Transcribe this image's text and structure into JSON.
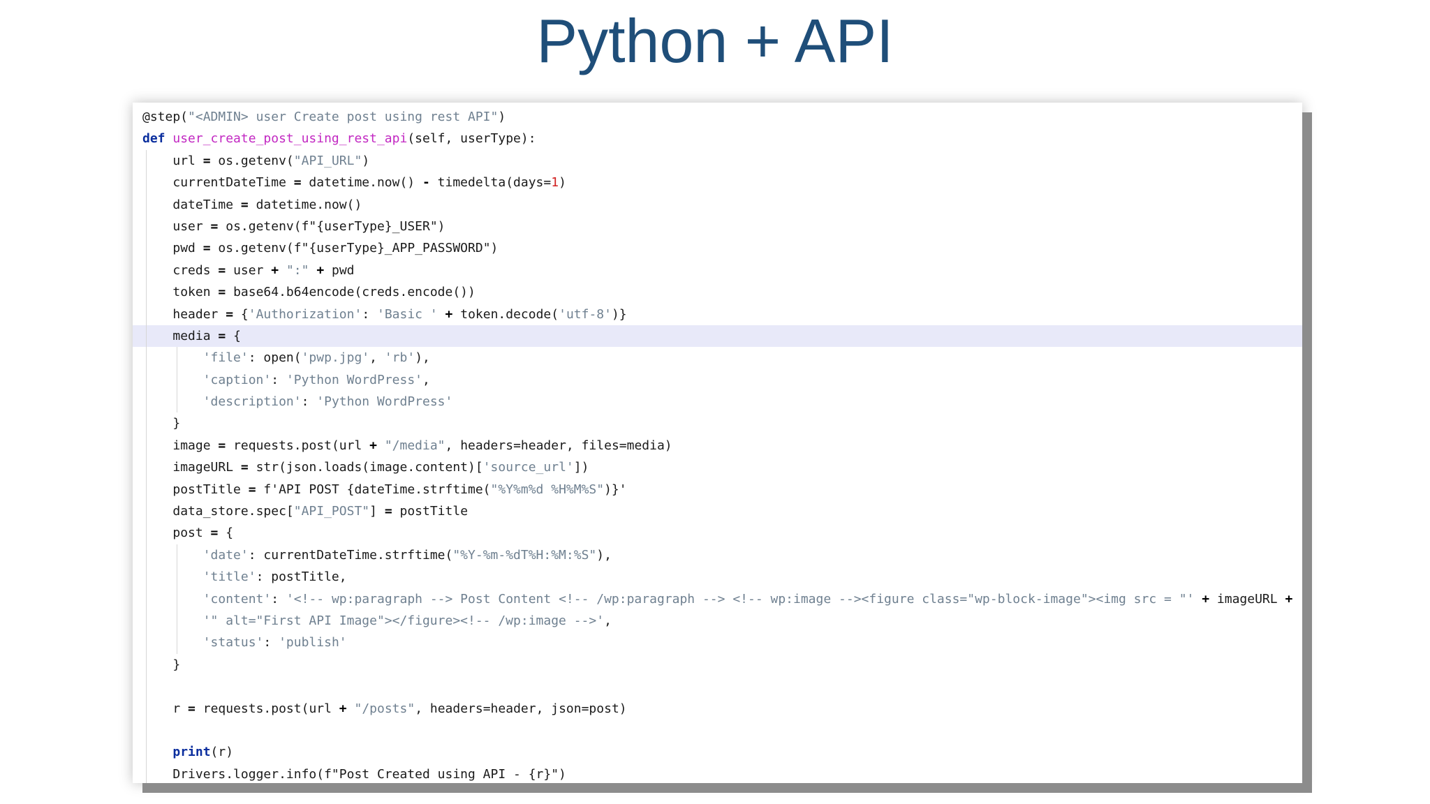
{
  "slide": {
    "title": "Python + API"
  },
  "code": {
    "lines": [
      {
        "indent": 0,
        "hl": false,
        "tokens": [
          [
            "dec",
            "@step("
          ],
          [
            "str",
            "\"<ADMIN> user Create post using rest API\""
          ],
          [
            "dec",
            ")"
          ]
        ]
      },
      {
        "indent": 0,
        "hl": false,
        "tokens": [
          [
            "kw",
            "def "
          ],
          [
            "fn",
            "user_create_post_using_rest_api"
          ],
          [
            "tx",
            "(self, userType):"
          ]
        ]
      },
      {
        "indent": 1,
        "hl": false,
        "tokens": [
          [
            "tx",
            "url "
          ],
          [
            "op",
            "="
          ],
          [
            "tx",
            " os.getenv("
          ],
          [
            "str",
            "\"API_URL\""
          ],
          [
            "tx",
            ")"
          ]
        ]
      },
      {
        "indent": 1,
        "hl": false,
        "tokens": [
          [
            "tx",
            "currentDateTime "
          ],
          [
            "op",
            "="
          ],
          [
            "tx",
            " datetime.now() "
          ],
          [
            "op",
            "-"
          ],
          [
            "tx",
            " timedelta(days="
          ],
          [
            "num",
            "1"
          ],
          [
            "tx",
            ")"
          ]
        ]
      },
      {
        "indent": 1,
        "hl": false,
        "tokens": [
          [
            "tx",
            "dateTime "
          ],
          [
            "op",
            "="
          ],
          [
            "tx",
            " datetime.now()"
          ]
        ]
      },
      {
        "indent": 1,
        "hl": false,
        "tokens": [
          [
            "tx",
            "user "
          ],
          [
            "op",
            "="
          ],
          [
            "tx",
            " os.getenv(f\"{userType}_USER\")"
          ]
        ]
      },
      {
        "indent": 1,
        "hl": false,
        "tokens": [
          [
            "tx",
            "pwd "
          ],
          [
            "op",
            "="
          ],
          [
            "tx",
            " os.getenv(f\"{userType}_APP_PASSWORD\")"
          ]
        ]
      },
      {
        "indent": 1,
        "hl": false,
        "tokens": [
          [
            "tx",
            "creds "
          ],
          [
            "op",
            "="
          ],
          [
            "tx",
            " user "
          ],
          [
            "op",
            "+"
          ],
          [
            "tx",
            " "
          ],
          [
            "str",
            "\":\""
          ],
          [
            "tx",
            " "
          ],
          [
            "op",
            "+"
          ],
          [
            "tx",
            " pwd"
          ]
        ]
      },
      {
        "indent": 1,
        "hl": false,
        "tokens": [
          [
            "tx",
            "token "
          ],
          [
            "op",
            "="
          ],
          [
            "tx",
            " base64.b64encode(creds.encode())"
          ]
        ]
      },
      {
        "indent": 1,
        "hl": false,
        "tokens": [
          [
            "tx",
            "header "
          ],
          [
            "op",
            "="
          ],
          [
            "tx",
            " {"
          ],
          [
            "str",
            "'Authorization'"
          ],
          [
            "tx",
            ": "
          ],
          [
            "str",
            "'Basic '"
          ],
          [
            "tx",
            " "
          ],
          [
            "op",
            "+"
          ],
          [
            "tx",
            " token.decode("
          ],
          [
            "str",
            "'utf-8'"
          ],
          [
            "tx",
            ")}"
          ]
        ]
      },
      {
        "indent": 1,
        "hl": true,
        "tokens": [
          [
            "tx",
            "media "
          ],
          [
            "op",
            "="
          ],
          [
            "tx",
            " {"
          ]
        ]
      },
      {
        "indent": 2,
        "hl": false,
        "tokens": [
          [
            "str",
            "'file'"
          ],
          [
            "tx",
            ": open("
          ],
          [
            "str",
            "'pwp.jpg'"
          ],
          [
            "tx",
            ", "
          ],
          [
            "str",
            "'rb'"
          ],
          [
            "tx",
            "),"
          ]
        ]
      },
      {
        "indent": 2,
        "hl": false,
        "tokens": [
          [
            "str",
            "'caption'"
          ],
          [
            "tx",
            ": "
          ],
          [
            "str",
            "'Python WordPress'"
          ],
          [
            "tx",
            ","
          ]
        ]
      },
      {
        "indent": 2,
        "hl": false,
        "tokens": [
          [
            "str",
            "'description'"
          ],
          [
            "tx",
            ": "
          ],
          [
            "str",
            "'Python WordPress'"
          ]
        ]
      },
      {
        "indent": 1,
        "hl": false,
        "tokens": [
          [
            "tx",
            "}"
          ]
        ]
      },
      {
        "indent": 1,
        "hl": false,
        "tokens": [
          [
            "tx",
            "image "
          ],
          [
            "op",
            "="
          ],
          [
            "tx",
            " requests.post(url "
          ],
          [
            "op",
            "+"
          ],
          [
            "tx",
            " "
          ],
          [
            "str",
            "\"/media\""
          ],
          [
            "tx",
            ", headers=header, files=media)"
          ]
        ]
      },
      {
        "indent": 1,
        "hl": false,
        "tokens": [
          [
            "tx",
            "imageURL "
          ],
          [
            "op",
            "="
          ],
          [
            "tx",
            " str(json.loads(image.content)["
          ],
          [
            "str",
            "'source_url'"
          ],
          [
            "tx",
            "])"
          ]
        ]
      },
      {
        "indent": 1,
        "hl": false,
        "tokens": [
          [
            "tx",
            "postTitle "
          ],
          [
            "op",
            "="
          ],
          [
            "tx",
            " f'API POST {dateTime.strftime("
          ],
          [
            "str",
            "\"%Y%m%d %H%M%S\""
          ],
          [
            "tx",
            ")}'"
          ]
        ]
      },
      {
        "indent": 1,
        "hl": false,
        "tokens": [
          [
            "tx",
            "data_store.spec["
          ],
          [
            "str",
            "\"API_POST\""
          ],
          [
            "tx",
            "] "
          ],
          [
            "op",
            "="
          ],
          [
            "tx",
            " postTitle"
          ]
        ]
      },
      {
        "indent": 1,
        "hl": false,
        "tokens": [
          [
            "tx",
            "post "
          ],
          [
            "op",
            "="
          ],
          [
            "tx",
            " {"
          ]
        ]
      },
      {
        "indent": 2,
        "hl": false,
        "tokens": [
          [
            "str",
            "'date'"
          ],
          [
            "tx",
            ": currentDateTime.strftime("
          ],
          [
            "str",
            "\"%Y-%m-%dT%H:%M:%S\""
          ],
          [
            "tx",
            "),"
          ]
        ]
      },
      {
        "indent": 2,
        "hl": false,
        "tokens": [
          [
            "str",
            "'title'"
          ],
          [
            "tx",
            ": postTitle,"
          ]
        ]
      },
      {
        "indent": 2,
        "hl": false,
        "tokens": [
          [
            "str",
            "'content'"
          ],
          [
            "tx",
            ": "
          ],
          [
            "str",
            "'<!-- wp:paragraph --> Post Content <!-- /wp:paragraph --> <!-- wp:image --><figure class=\"wp-block-image\"><img src = \"'"
          ],
          [
            "tx",
            " "
          ],
          [
            "op",
            "+"
          ],
          [
            "tx",
            " imageURL "
          ],
          [
            "op",
            "+"
          ]
        ]
      },
      {
        "indent": 2,
        "hl": false,
        "tokens": [
          [
            "str",
            "'\" alt=\"First API Image\"></figure><!-- /wp:image -->'"
          ],
          [
            "tx",
            ","
          ]
        ]
      },
      {
        "indent": 2,
        "hl": false,
        "tokens": [
          [
            "str",
            "'status'"
          ],
          [
            "tx",
            ": "
          ],
          [
            "str",
            "'publish'"
          ]
        ]
      },
      {
        "indent": 1,
        "hl": false,
        "tokens": [
          [
            "tx",
            "}"
          ]
        ]
      },
      {
        "indent": 1,
        "hl": false,
        "tokens": []
      },
      {
        "indent": 1,
        "hl": false,
        "tokens": [
          [
            "tx",
            "r "
          ],
          [
            "op",
            "="
          ],
          [
            "tx",
            " requests.post(url "
          ],
          [
            "op",
            "+"
          ],
          [
            "tx",
            " "
          ],
          [
            "str",
            "\"/posts\""
          ],
          [
            "tx",
            ", headers=header, json=post)"
          ]
        ]
      },
      {
        "indent": 1,
        "hl": false,
        "tokens": []
      },
      {
        "indent": 1,
        "hl": false,
        "tokens": [
          [
            "kw",
            "print"
          ],
          [
            "tx",
            "(r)"
          ]
        ]
      },
      {
        "indent": 1,
        "hl": false,
        "tokens": [
          [
            "tx",
            "Drivers.logger.info(f\"Post Created using API - {r}\")"
          ]
        ]
      }
    ]
  }
}
